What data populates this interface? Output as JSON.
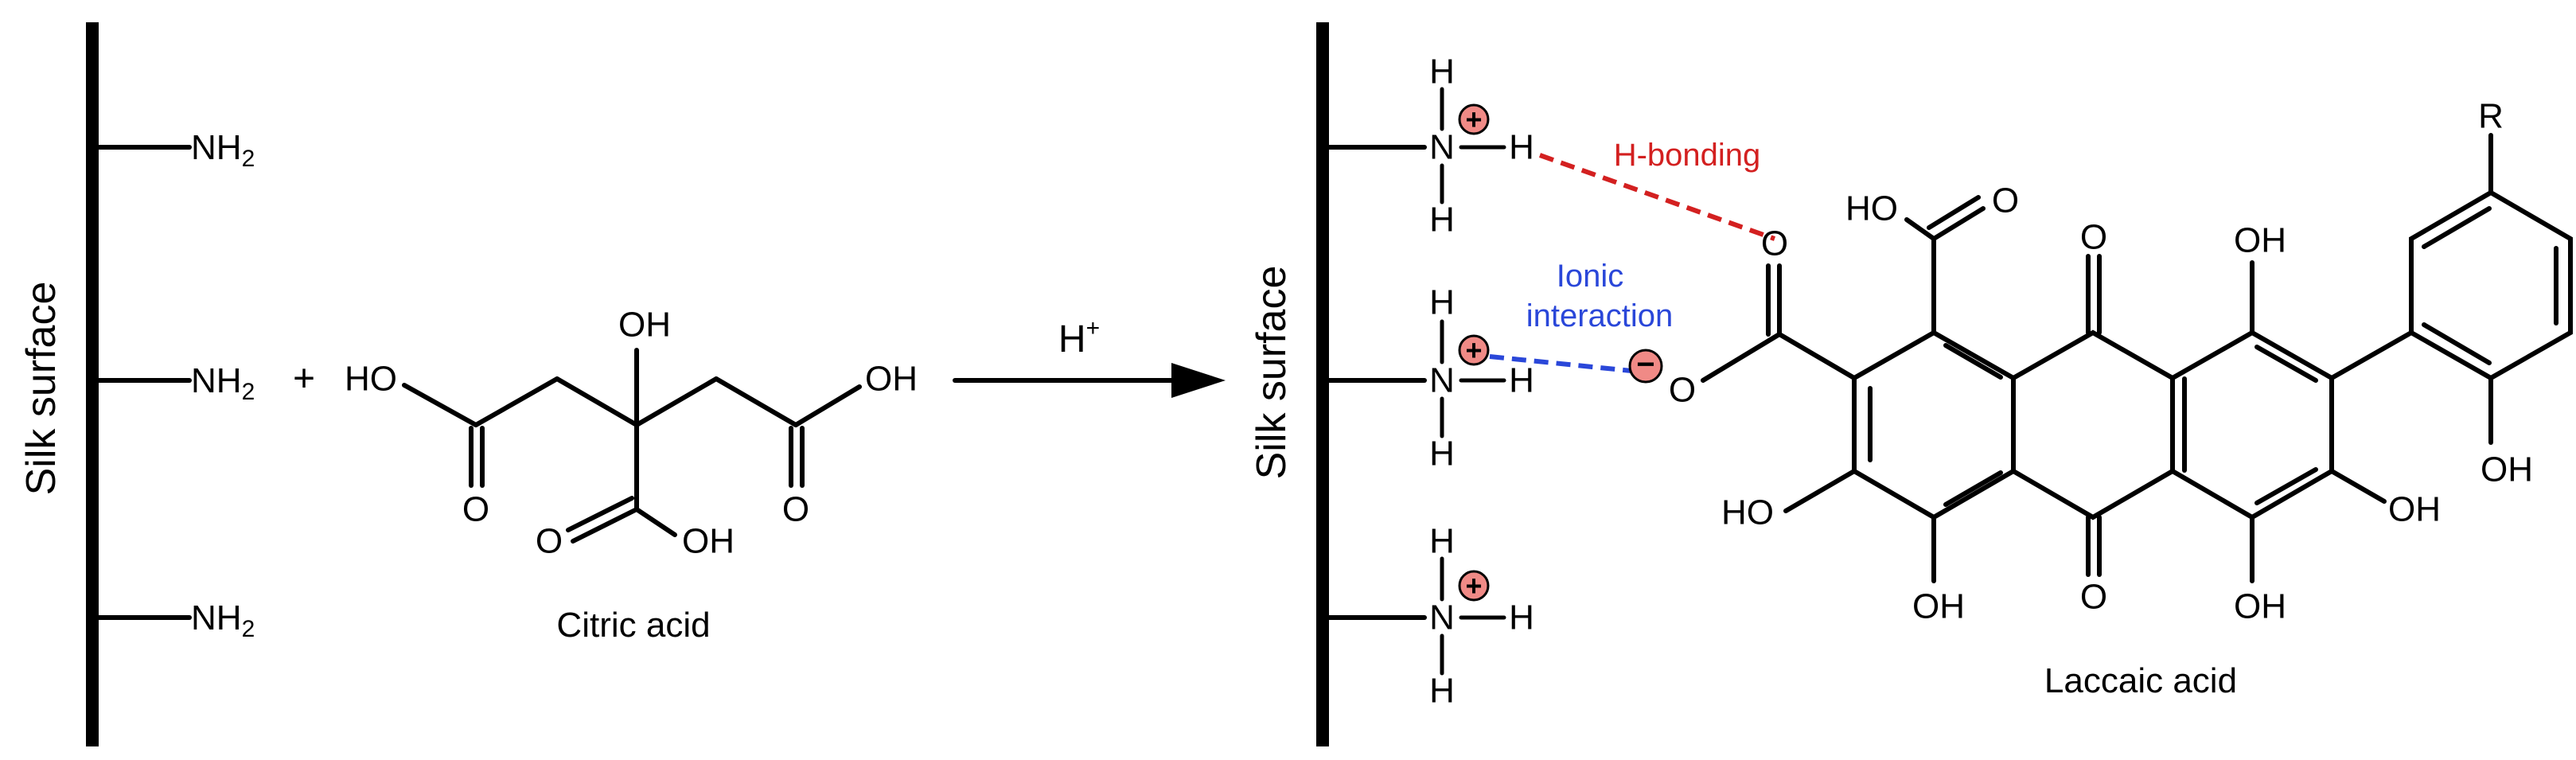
{
  "left": {
    "surface_label": "Silk surface",
    "amine": [
      "NH",
      "2"
    ],
    "plus": "+"
  },
  "citric": {
    "name": "Citric acid",
    "OH": "OH",
    "HO": "HO",
    "O": "O"
  },
  "arrow": {
    "label": "H",
    "sup": "+"
  },
  "right": {
    "surface_label": "Silk surface",
    "N": "N",
    "H": "H",
    "charge_plus": "+",
    "charge_minus": "−",
    "hbond_label": "H-bonding",
    "ionic_label_1": "Ionic",
    "ionic_label_2": "interaction",
    "colors": {
      "hbond": "#d32020",
      "ionic": "#2a47d9",
      "charge": "#f08a86"
    }
  },
  "laccaic": {
    "name": "Laccaic acid",
    "HO": "HO",
    "OH": "OH",
    "O": "O",
    "R": "R"
  }
}
